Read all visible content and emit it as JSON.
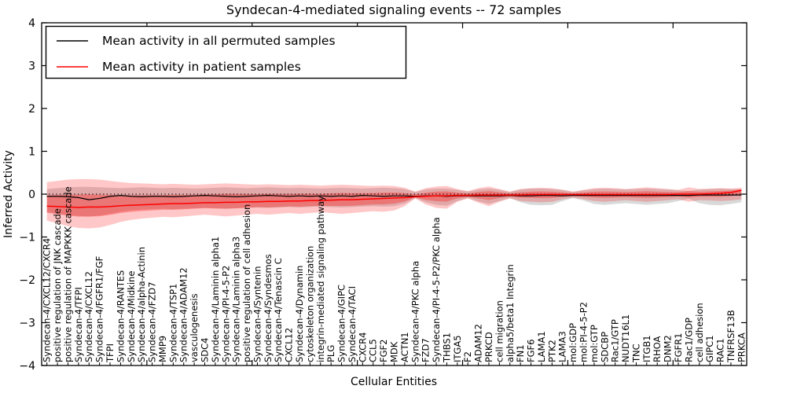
{
  "title": "Syndecan-4-mediated signaling events -- 72 samples",
  "chart_data": {
    "type": "line",
    "title": "Syndecan-4-mediated signaling events -- 72 samples",
    "xlabel": "Cellular Entities",
    "ylabel": "Inferred Activity",
    "ylim": [
      -4,
      4
    ],
    "y_ticks": [
      -4,
      -3,
      -2,
      -1,
      0,
      1,
      2,
      3,
      4
    ],
    "y_tick_labels": [
      "−4",
      "−3",
      "−2",
      "−1",
      "0",
      "1",
      "2",
      "3",
      "4"
    ],
    "x_major_tick_positions": [
      10,
      20,
      30,
      40,
      50,
      60
    ],
    "grid": false,
    "legend_position": "upper left",
    "legend": [
      {
        "label": "Mean activity in all permuted samples",
        "color": "#000000"
      },
      {
        "label": "Mean activity in patient samples",
        "color": "#ff0000"
      }
    ],
    "zero_line": {
      "value": 0.0,
      "style": "dotted",
      "color": "#000000"
    },
    "categories": [
      "Syndecan-4/CXCL12/CXCR4",
      "positive regulation of JNK cascade",
      "positive regulation of MAPKKK cascade",
      "Syndecan-4/TFPI",
      "Syndecan-4/CXCL12",
      "Syndecan-4/FGFR1/FGF",
      "TFPI",
      "Syndecan-4/RANTES",
      "Syndecan-4/Midkine",
      "Syndecan-4/alpha-Actinin",
      "Syndecan-4/FZD7",
      "MMP9",
      "Syndecan-4/TSP1",
      "Syndecan-4/ADAM12",
      "vasculogenesis",
      "SDC4",
      "Syndecan-4/Laminin alpha1",
      "Syndecan-4/PI-4-5-P2",
      "Syndecan-4/Laminin alpha3",
      "positive regulation of cell adhesion",
      "Syndecan-4/Syntenin",
      "Syndecan-4/Syndesmos",
      "Syndecan-4/Tenascin C",
      "CXCL12",
      "Syndecan-4/Dynamin",
      "cytoskeleton organization",
      "integrin-mediated signaling pathway",
      "PLG",
      "Syndecan-4/GIPC",
      "Syndecan-4/TACI",
      "CXCR4",
      "CCL5",
      "FGF2",
      "MDK",
      "ACTN1",
      "Syndecan-4/PKC alpha",
      "FZD7",
      "Syndecan-4/PI-4-5-P2/PKC alpha",
      "THBS1",
      "ITGA5",
      "F2",
      "ADAM12",
      "PRKCD",
      "cell migration",
      "alpha5/beta1 Integrin",
      "FN1",
      "FGF6",
      "LAMA1",
      "PTK2",
      "LAMA3",
      "mol:GDP",
      "mol:PI-4-5-P2",
      "mol:GTP",
      "SDCBP",
      "Rac1/GTP",
      "NUDT16L1",
      "TNC",
      "ITGB1",
      "RHOA",
      "DNM2",
      "FGFR1",
      "Rac1/GDP",
      "cell adhesion",
      "GIPC1",
      "RAC1",
      "TNFRSF13B",
      "PRKCA"
    ],
    "series": [
      {
        "name": "Mean activity in all permuted samples",
        "color": "#000000",
        "values": [
          -0.05,
          -0.05,
          -0.06,
          -0.08,
          -0.13,
          -0.1,
          -0.05,
          -0.03,
          -0.05,
          -0.06,
          -0.05,
          -0.05,
          -0.06,
          -0.05,
          -0.04,
          -0.03,
          -0.04,
          -0.05,
          -0.06,
          -0.05,
          -0.04,
          -0.03,
          -0.04,
          -0.05,
          -0.04,
          -0.05,
          -0.04,
          -0.05,
          -0.04,
          -0.05,
          -0.03,
          -0.04,
          -0.05,
          -0.04,
          -0.04,
          -0.05,
          -0.04,
          -0.04,
          -0.05,
          -0.04,
          -0.04,
          -0.04,
          -0.04,
          -0.04,
          -0.03,
          -0.04,
          -0.04,
          -0.03,
          -0.03,
          -0.04,
          -0.03,
          -0.03,
          -0.03,
          -0.03,
          -0.03,
          -0.03,
          -0.03,
          -0.03,
          -0.03,
          -0.03,
          -0.03,
          -0.03,
          -0.02,
          -0.02,
          -0.02,
          -0.02,
          -0.02
        ]
      },
      {
        "name": "Mean activity in patient samples",
        "color": "#ff0000",
        "values": [
          -0.28,
          -0.29,
          -0.3,
          -0.31,
          -0.3,
          -0.3,
          -0.29,
          -0.27,
          -0.26,
          -0.25,
          -0.24,
          -0.23,
          -0.22,
          -0.22,
          -0.21,
          -0.2,
          -0.2,
          -0.19,
          -0.19,
          -0.18,
          -0.18,
          -0.17,
          -0.17,
          -0.16,
          -0.16,
          -0.15,
          -0.15,
          -0.14,
          -0.13,
          -0.13,
          -0.12,
          -0.11,
          -0.1,
          -0.09,
          -0.08,
          -0.06,
          -0.05,
          -0.04,
          -0.04,
          -0.03,
          -0.03,
          -0.02,
          -0.02,
          -0.02,
          -0.02,
          -0.02,
          -0.01,
          -0.01,
          -0.01,
          -0.01,
          -0.01,
          -0.01,
          -0.01,
          -0.01,
          -0.01,
          -0.01,
          -0.01,
          -0.01,
          -0.01,
          -0.01,
          0.0,
          0.0,
          0.0,
          0.01,
          0.02,
          0.04,
          0.09
        ]
      }
    ],
    "bands": [
      {
        "name": "permuted-samples-range",
        "color": "#aaaaaa",
        "opacity": 0.45,
        "upper": [
          0.12,
          0.14,
          0.16,
          0.17,
          0.17,
          0.16,
          0.15,
          0.14,
          0.15,
          0.16,
          0.15,
          0.14,
          0.15,
          0.14,
          0.13,
          0.14,
          0.15,
          0.16,
          0.15,
          0.14,
          0.15,
          0.16,
          0.15,
          0.14,
          0.15,
          0.14,
          0.13,
          0.14,
          0.15,
          0.14,
          0.13,
          0.14,
          0.15,
          0.14,
          0.12,
          0.05,
          0.11,
          0.13,
          0.13,
          0.1,
          0.06,
          0.11,
          0.13,
          0.1,
          0.05,
          0.11,
          0.13,
          0.13,
          0.12,
          0.1,
          0.05,
          0.09,
          0.12,
          0.13,
          0.12,
          0.11,
          0.12,
          0.13,
          0.12,
          0.11,
          0.09,
          0.07,
          0.11,
          0.12,
          0.13,
          0.12,
          0.11
        ],
        "lower": [
          -0.42,
          -0.46,
          -0.49,
          -0.51,
          -0.52,
          -0.5,
          -0.46,
          -0.41,
          -0.38,
          -0.36,
          -0.35,
          -0.34,
          -0.35,
          -0.34,
          -0.33,
          -0.32,
          -0.33,
          -0.34,
          -0.33,
          -0.32,
          -0.31,
          -0.32,
          -0.31,
          -0.3,
          -0.31,
          -0.3,
          -0.29,
          -0.3,
          -0.31,
          -0.3,
          -0.29,
          -0.28,
          -0.29,
          -0.28,
          -0.22,
          -0.09,
          -0.19,
          -0.25,
          -0.27,
          -0.16,
          -0.09,
          -0.17,
          -0.23,
          -0.16,
          -0.09,
          -0.19,
          -0.25,
          -0.26,
          -0.25,
          -0.16,
          -0.09,
          -0.15,
          -0.23,
          -0.25,
          -0.23,
          -0.21,
          -0.23,
          -0.25,
          -0.23,
          -0.21,
          -0.16,
          -0.11,
          -0.21,
          -0.25,
          -0.26,
          -0.23,
          -0.19
        ]
      },
      {
        "name": "patient-samples-range",
        "color": "#ff0000",
        "opacity": 0.22,
        "inner_band_scale": 0.45,
        "inner_band_opacity": 0.3,
        "upper": [
          0.28,
          0.31,
          0.34,
          0.35,
          0.35,
          0.34,
          0.31,
          0.28,
          0.26,
          0.25,
          0.24,
          0.23,
          0.24,
          0.23,
          0.22,
          0.23,
          0.24,
          0.25,
          0.24,
          0.23,
          0.22,
          0.23,
          0.22,
          0.21,
          0.22,
          0.21,
          0.2,
          0.21,
          0.22,
          0.21,
          0.2,
          0.19,
          0.2,
          0.19,
          0.15,
          0.06,
          0.14,
          0.18,
          0.19,
          0.12,
          0.07,
          0.14,
          0.18,
          0.12,
          0.06,
          0.12,
          0.14,
          0.15,
          0.14,
          0.1,
          0.06,
          0.1,
          0.14,
          0.15,
          0.14,
          0.12,
          0.14,
          0.16,
          0.14,
          0.12,
          0.1,
          0.16,
          0.12,
          0.13,
          0.14,
          0.13,
          0.15
        ],
        "lower": [
          -0.62,
          -0.68,
          -0.75,
          -0.79,
          -0.8,
          -0.78,
          -0.72,
          -0.65,
          -0.6,
          -0.57,
          -0.55,
          -0.53,
          -0.54,
          -0.52,
          -0.5,
          -0.48,
          -0.5,
          -0.52,
          -0.5,
          -0.48,
          -0.46,
          -0.48,
          -0.46,
          -0.44,
          -0.46,
          -0.44,
          -0.42,
          -0.44,
          -0.46,
          -0.44,
          -0.42,
          -0.4,
          -0.41,
          -0.38,
          -0.28,
          -0.1,
          -0.24,
          -0.32,
          -0.34,
          -0.18,
          -0.1,
          -0.2,
          -0.28,
          -0.18,
          -0.1,
          -0.16,
          -0.18,
          -0.19,
          -0.18,
          -0.12,
          -0.08,
          -0.12,
          -0.16,
          -0.18,
          -0.16,
          -0.14,
          -0.16,
          -0.18,
          -0.16,
          -0.14,
          -0.12,
          -0.18,
          -0.14,
          -0.15,
          -0.16,
          -0.15,
          -0.12
        ]
      }
    ]
  }
}
